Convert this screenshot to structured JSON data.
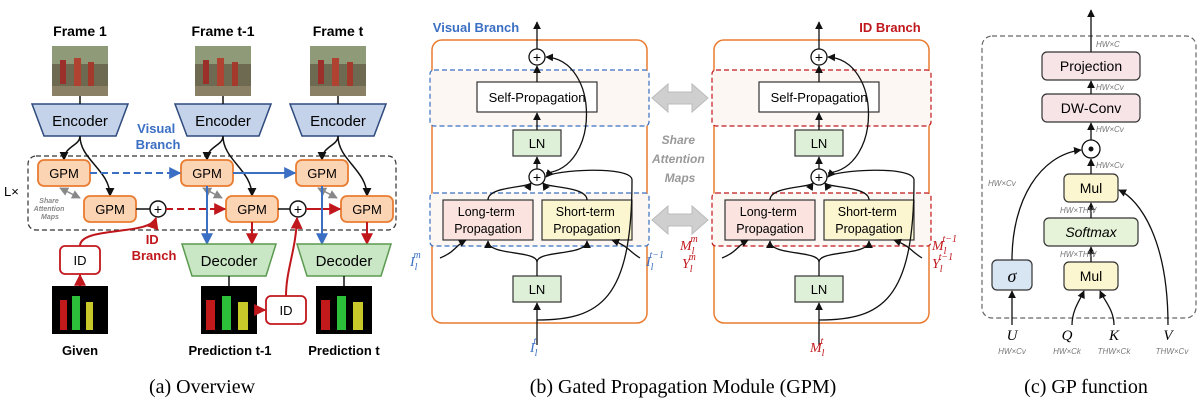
{
  "panel_a": {
    "frames": [
      "Frame 1",
      "Frame t-1",
      "Frame t"
    ],
    "encoder": "Encoder",
    "decoder": "Decoder",
    "gpm": "GPM",
    "id": "ID",
    "visual_branch": "Visual\nBranch",
    "id_branch": "ID\nBranch",
    "share_attention_maps": "Share\nAttention\nMaps",
    "layers": "L×",
    "given": "Given",
    "prediction_prev": "Prediction t-1",
    "prediction_t": "Prediction t",
    "plus": "+",
    "caption": "(a) Overview"
  },
  "panel_b": {
    "visual_branch": "Visual Branch",
    "id_branch": "ID Branch",
    "self_propagation": "Self-Propagation",
    "ln": "LN",
    "long_term": "Long-term\nPropagation",
    "short_term": "Short-term\nPropagation",
    "share_attention_maps": "Share\nAttention\nMaps",
    "plus": "+",
    "caption": "(b) Gated Propagation Module (GPM)"
  },
  "panel_c": {
    "projection": "Projection",
    "dw_conv": "DW-Conv",
    "mul": "Mul",
    "softmax": "Softmax",
    "sigma": "σ",
    "dot": "•",
    "inputs": [
      "U",
      "Q",
      "K",
      "V"
    ],
    "input_shapes": [
      "HW×Cv",
      "HW×Ck",
      "THW×Ck",
      "THW×Cv"
    ],
    "shape_hw_c": "HW×C",
    "shape_hw_cv": "HW×Cv",
    "shape_hw_thw": "HW×THW",
    "caption": "(c) GP function"
  },
  "colors": {
    "encoder_fill": "#c5d3ea",
    "encoder_stroke": "#2e4a7d",
    "gpm_fill": "#fbd4b4",
    "gpm_stroke": "#e97c31",
    "decoder_fill": "#c9e7c4",
    "decoder_stroke": "#5a9a4f",
    "id_stroke": "#c0171c",
    "blue": "#3b6fc3",
    "red": "#c0171c",
    "ln_fill": "#dff0d8",
    "long_fill": "#fbe4df",
    "short_fill": "#fbf6cf",
    "proj_fill": "#f7e4e7",
    "softmax_fill": "#e7f3d9",
    "sigma_fill": "#d8e5f3"
  }
}
